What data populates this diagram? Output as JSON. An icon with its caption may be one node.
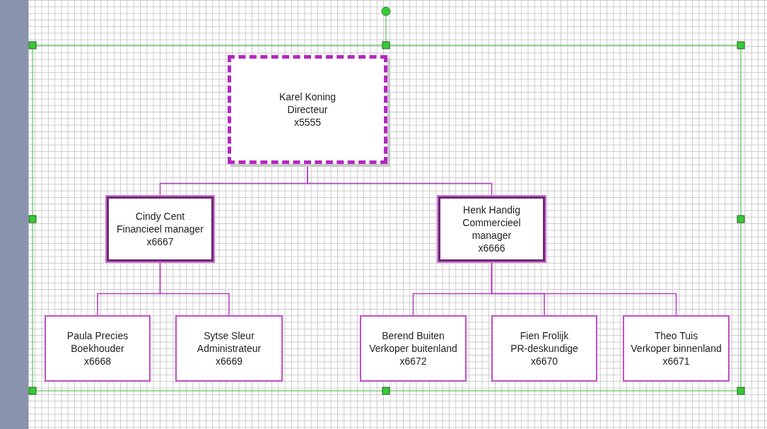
{
  "diagram": {
    "nodes": [
      {
        "text": [
          "Karel Koning",
          "Directeur",
          "x5555"
        ]
      },
      {
        "text": [
          "Cindy Cent",
          "Financieel manager",
          "x6667"
        ]
      },
      {
        "text": [
          "Henk Handig",
          "Commercieel manager",
          "x6666"
        ]
      },
      {
        "text": [
          "Paula Precies",
          "Boekhouder",
          "x6668"
        ]
      },
      {
        "text": [
          "Sytse Sleur",
          "Administrateur",
          "x6669"
        ]
      },
      {
        "text": [
          "Berend Buiten",
          "Verkoper buitenland",
          "x6672"
        ]
      },
      {
        "text": [
          "Fien Frolijk",
          "PR-deskundige",
          "x6670"
        ]
      },
      {
        "text": [
          "Theo Tuis",
          "Verkoper binnenland",
          "x6671"
        ]
      }
    ],
    "edges": [
      {
        "from": 0,
        "to": 1,
        "arrow": "none"
      },
      {
        "from": 0,
        "to": 2,
        "arrow": "none"
      },
      {
        "from": 1,
        "to": 3,
        "arrow": "none"
      },
      {
        "from": 1,
        "to": 4,
        "arrow": "none"
      },
      {
        "from": 2,
        "to": 5,
        "arrow": "none"
      },
      {
        "from": 2,
        "to": 6,
        "arrow": "none"
      },
      {
        "from": 2,
        "to": 7,
        "arrow": "none"
      }
    ]
  }
}
